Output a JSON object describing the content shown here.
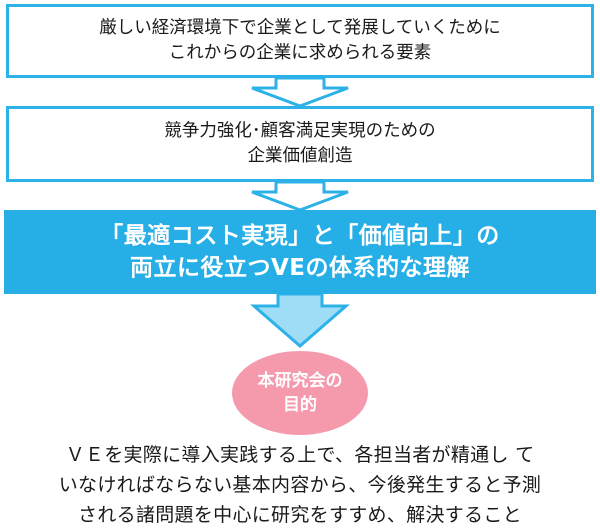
{
  "box1": {
    "line1": "厳しい経済環境下で企業として発展していくために",
    "line2": "これからの企業に求められる要素"
  },
  "box2": {
    "line1": "競争力強化･顧客満足実現のための",
    "line2": "企業価値創造"
  },
  "box3": {
    "line1": "「最適コスト実現」と「価値向上」の",
    "line2": "両立に役立つVEの体系的な理解"
  },
  "purpose_badge": {
    "line1": "本研究会の",
    "line2": "目的"
  },
  "description": {
    "line1": "ＶＥを実際に導入実践する上で、各担当者が精通し て",
    "line2": "いなければならない基本内容から、今後発生すると予測",
    "line3": "される諸問題を中心に研究をすすめ、解決すること"
  },
  "colors": {
    "border_blue": "#2cb1e9",
    "fill_blue": "#26aee6",
    "arrow_fill": "#9fdcf5",
    "badge_pink": "#f59aad"
  }
}
